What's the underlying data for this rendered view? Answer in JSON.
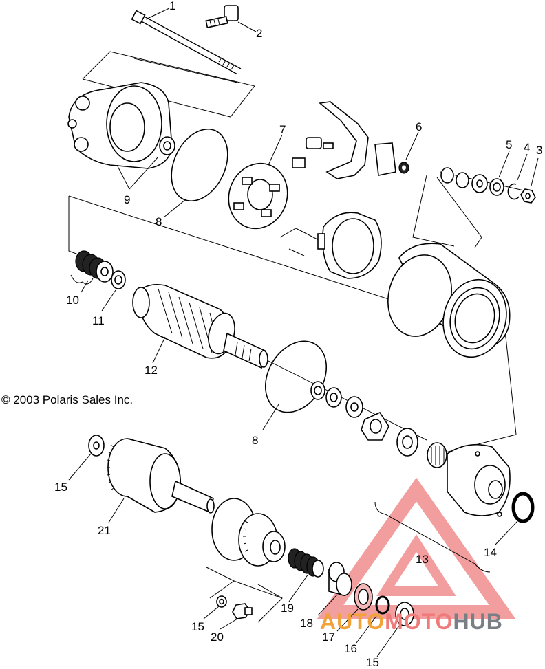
{
  "copyright": "© 2003 Polaris Sales Inc.",
  "watermark": {
    "part1": "AUTO",
    "part2": "MOTO",
    "part3": "HUB",
    "colors": {
      "auto": "#f2a23a",
      "moto": "#ef7b7b",
      "hub": "#7a7f86",
      "triangle": "#e85050"
    }
  },
  "callouts": [
    {
      "id": "c1",
      "label": "1"
    },
    {
      "id": "c2",
      "label": "2"
    },
    {
      "id": "c3",
      "label": "3"
    },
    {
      "id": "c4",
      "label": "4"
    },
    {
      "id": "c5",
      "label": "5"
    },
    {
      "id": "c6",
      "label": "6"
    },
    {
      "id": "c7",
      "label": "7"
    },
    {
      "id": "c8a",
      "label": "8"
    },
    {
      "id": "c8b",
      "label": "8"
    },
    {
      "id": "c9",
      "label": "9"
    },
    {
      "id": "c10",
      "label": "10"
    },
    {
      "id": "c11",
      "label": "11"
    },
    {
      "id": "c12",
      "label": "12"
    },
    {
      "id": "c13",
      "label": "13"
    },
    {
      "id": "c14",
      "label": "14"
    },
    {
      "id": "c15a",
      "label": "15"
    },
    {
      "id": "c15b",
      "label": "15"
    },
    {
      "id": "c15c",
      "label": "15"
    },
    {
      "id": "c16",
      "label": "16"
    },
    {
      "id": "c17",
      "label": "17"
    },
    {
      "id": "c18",
      "label": "18"
    },
    {
      "id": "c19",
      "label": "19"
    },
    {
      "id": "c20",
      "label": "20"
    },
    {
      "id": "c21",
      "label": "21"
    }
  ]
}
